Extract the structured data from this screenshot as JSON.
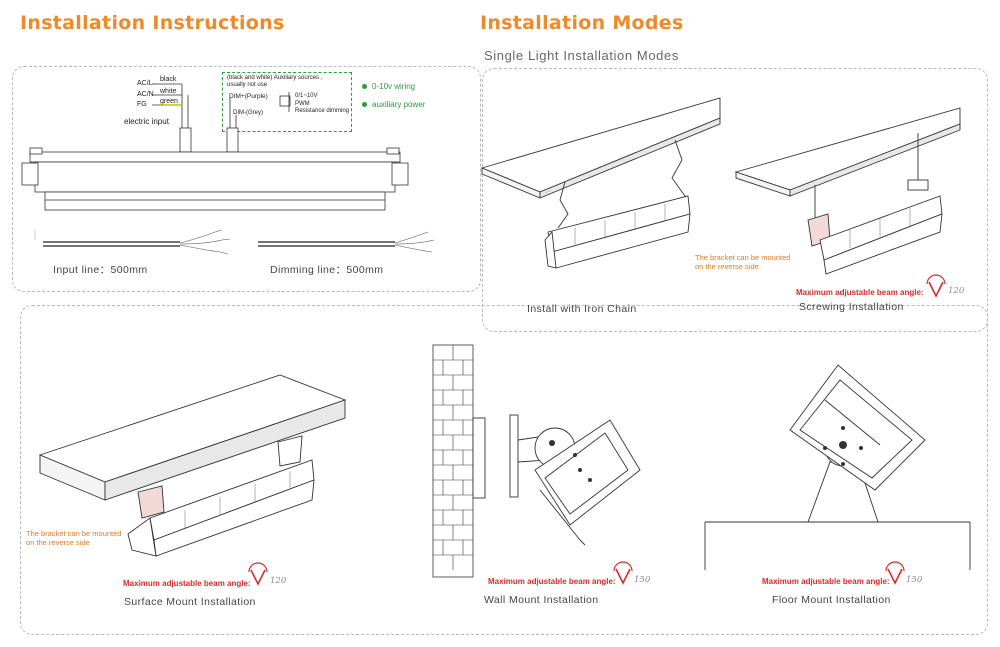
{
  "headings": {
    "left": "Installation Instructions",
    "right": "Installation Modes",
    "sub": "Single Light Installation Modes"
  },
  "wiring": {
    "ac_l": "AC/L",
    "ac_n": "AC/N",
    "fg": "FG",
    "black": "black",
    "white": "white",
    "green": "green",
    "electric_input": "electric input",
    "aux_title": "(black and white) Auxiliary sources ,",
    "aux_sub": "usually not use",
    "dim_plus": "DIM+(Purple)",
    "dim_minus": "DIM-(Grey)",
    "opt1": "0/1~10V",
    "opt2": "PWM",
    "opt3": "Resistance dimming",
    "legend1": "0-10v wiring",
    "legend2": "auxiliary power",
    "input_line": "Input line：500mm",
    "dimming_line": "Dimming line：500mm"
  },
  "modes": {
    "chain_caption": "Install with Iron Chain",
    "screw_caption": "Screwing Installation",
    "surface_caption": "Surface Mount Installation",
    "wall_caption": "Wall Mount Installation",
    "floor_caption": "Floor Mount Installation",
    "bracket_note_1": "The bracket can be mounted",
    "bracket_note_2": "on the reverse side",
    "beam_label": "Maximum adjustable beam angle:",
    "angle_120": "120",
    "angle_150": "150"
  },
  "colors": {
    "accent": "#ef8a2c",
    "legend_green": "#2e9a3b",
    "beam_red": "#d62a2a"
  }
}
